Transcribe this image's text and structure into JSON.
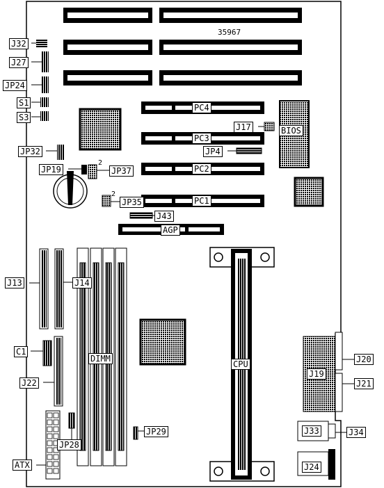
{
  "board_id": "35967",
  "slots": {
    "pci": [
      "PC4",
      "PC3",
      "PC2",
      "PC1"
    ],
    "agp": "AGP",
    "memory": "DIMM",
    "processor": "CPU"
  },
  "chips": {
    "bios": "BIOS"
  },
  "connectors": {
    "j32": "J32",
    "j27": "J27",
    "j13": "J13",
    "j14": "J14",
    "j22": "J22",
    "atx": "ATX",
    "j17": "J17",
    "j43": "J43",
    "j20": "J20",
    "j19": "J19",
    "j21": "J21",
    "j33": "J33",
    "j34": "J34",
    "j24": "J24"
  },
  "jumpers": {
    "jp24": "JP24",
    "jp32": "JP32",
    "jp19": "JP19",
    "jp37": "JP37",
    "jp4": "JP4",
    "jp35": "JP35",
    "jp28": "JP28",
    "jp29": "JP29",
    "c1": "C1"
  },
  "switches": {
    "s1": "S1",
    "s3": "S3"
  },
  "pin_markers": {
    "jp37_pin": "2",
    "jp35_pin": "2"
  }
}
